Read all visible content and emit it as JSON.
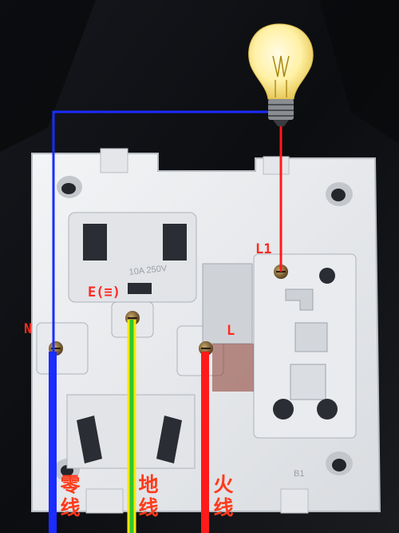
{
  "terminals": {
    "n": "N",
    "l": "L",
    "l1": "L1",
    "e": "E(≡)"
  },
  "bottom_labels": {
    "neutral": "零线",
    "earth": "地线",
    "live": "火线"
  },
  "socket_markings": {
    "rating": "10A 250V",
    "corner": "B1"
  },
  "wire_colors": {
    "neutral": "#1a2cff",
    "live": "#ff1a1a",
    "earth_green": "#2ec82e",
    "earth_yellow": "#ffe800"
  },
  "plate_color": "#eceef1"
}
